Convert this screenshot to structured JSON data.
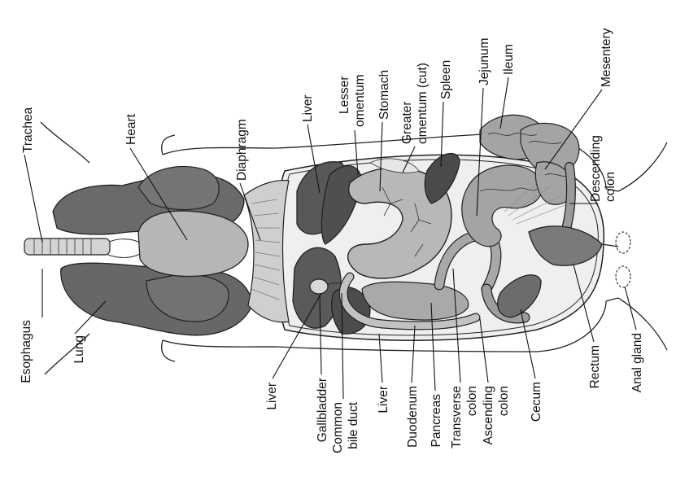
{
  "labels": {
    "trachea": "Trachea",
    "esophagus": "Esophagus",
    "lung": "Lung",
    "heart": "Heart",
    "diaphragm": "Diaphragm",
    "liver_top": "Liver",
    "lesser_omentum_1": "Lesser",
    "lesser_omentum_2": "omentum",
    "stomach": "Stomach",
    "greater_omentum_1": "Greater",
    "greater_omentum_2": "omentum (cut)",
    "spleen": "Spleen",
    "jejunum": "Jejunum",
    "ileum": "Ileum",
    "mesentery": "Mesentery",
    "descending_colon_1": "Descending",
    "descending_colon_2": "colon",
    "liver_bottom_left": "Liver",
    "gallbladder": "Gallbladder",
    "common_bile_duct_1": "Common",
    "common_bile_duct_2": "bile duct",
    "liver_bottom_right": "Liver",
    "duodenum": "Duodenum",
    "pancreas": "Pancreas",
    "transverse_colon_1": "Transverse",
    "transverse_colon_2": "colon",
    "ascending_colon_1": "Ascending",
    "ascending_colon_2": "colon",
    "cecum": "Cecum",
    "rectum": "Rectum",
    "anal_gland": "Anal gland"
  },
  "colors": {
    "organ_dark": "#5e5e5e",
    "organ_mid": "#8a8a8a",
    "organ_light": "#b4b4b4",
    "organ_pale": "#d2d2d2",
    "outline": "#222222"
  }
}
